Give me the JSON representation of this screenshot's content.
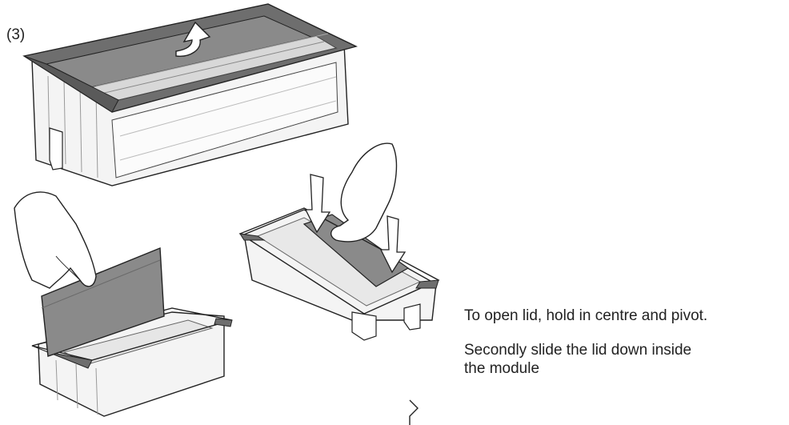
{
  "step_label": "(3)",
  "instructions": {
    "line1": "To open lid, hold in centre and pivot.",
    "line2": "Secondly slide the lid down inside\n the module"
  },
  "colors": {
    "outline": "#222222",
    "frame_gray": "#6e6e6e",
    "lid_gray": "#8a8a8a",
    "box_fill": "#f4f4f4",
    "rail": "#d8d8d8"
  },
  "icons": [
    "curved-arrow-icon",
    "down-arrow-icon",
    "hand-icon"
  ]
}
